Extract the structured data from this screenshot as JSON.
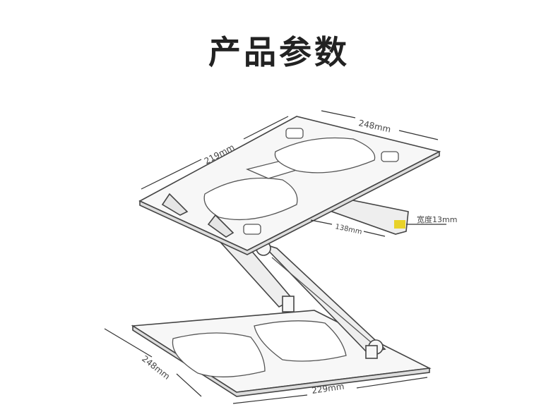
{
  "title": "产品参数",
  "dimensions": {
    "top_length": "248mm",
    "top_width": "219mm",
    "slot_length": "138mm",
    "slot_width": "宽度13mm",
    "base_depth": "248mm",
    "base_width": "229mm"
  },
  "colors": {
    "highlight": "#e8d22a",
    "line": "#444444"
  }
}
